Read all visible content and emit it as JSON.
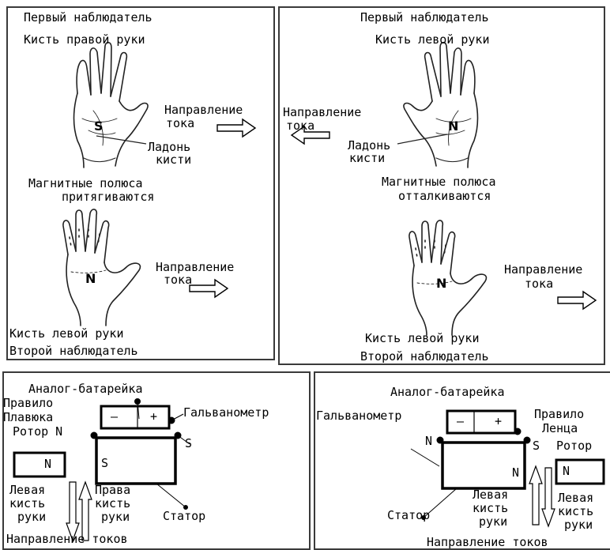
{
  "top_left": {
    "title1": "Первый наблюдатель",
    "title2": "Кисть правой руки",
    "dir1": "Направление",
    "dir2": "тока",
    "palm1": "Ладонь",
    "palm2": "кисти",
    "pole_letter": "S",
    "mag1": "Магнитные полюса",
    "mag2": "притягиваются",
    "dir3": "Направление",
    "dir4": "тока",
    "pole2_letter": "N",
    "bottom1": "Кисть левой руки",
    "bottom2": "Второй наблюдатель"
  },
  "top_right": {
    "title1": "Первый наблюдатель",
    "title2": "Кисть левой руки",
    "dir1": "Направление",
    "dir2": "тока",
    "palm1": "Ладонь",
    "palm2": "кисти",
    "pole_letter": "N",
    "mag1": "Магнитные полюса",
    "mag2": "отталкиваются",
    "dir3": "Направление",
    "dir4": "тока",
    "pole2_letter": "N",
    "bottom1": "Кисть левой руки",
    "bottom2": "Второй наблюдатель"
  },
  "bottom_left": {
    "battery": "Аналог-батарейка",
    "rule1": "Правило",
    "rule2": "Плавюка",
    "rotor": "Ротор N",
    "galv": "Гальванометр",
    "s_right": "S",
    "rotor_box": "N",
    "stator_s": "S",
    "minus": "–",
    "plus": "+",
    "left1": "Левая",
    "left2": "кисть",
    "left3": "руки",
    "right1": "Права",
    "right2": "кисть",
    "right3": "руки",
    "stator": "Статор",
    "currents": "Направление токов"
  },
  "bottom_right": {
    "battery": "Аналог-батарейка",
    "galv": "Гальванометр",
    "rule1": "Правило",
    "rule2": "Ленца",
    "n_left": "N",
    "s_right": "S",
    "rotor": "Ротор",
    "rotor_box": "N",
    "stator_n": "N",
    "minus": "–",
    "plus": "+",
    "left1": "Левая",
    "left2": "кисть",
    "left3": "руки",
    "right1": "Левая",
    "right2": "кисть",
    "right3": "руки",
    "stator": "Статор",
    "currents": "Направление токов"
  }
}
